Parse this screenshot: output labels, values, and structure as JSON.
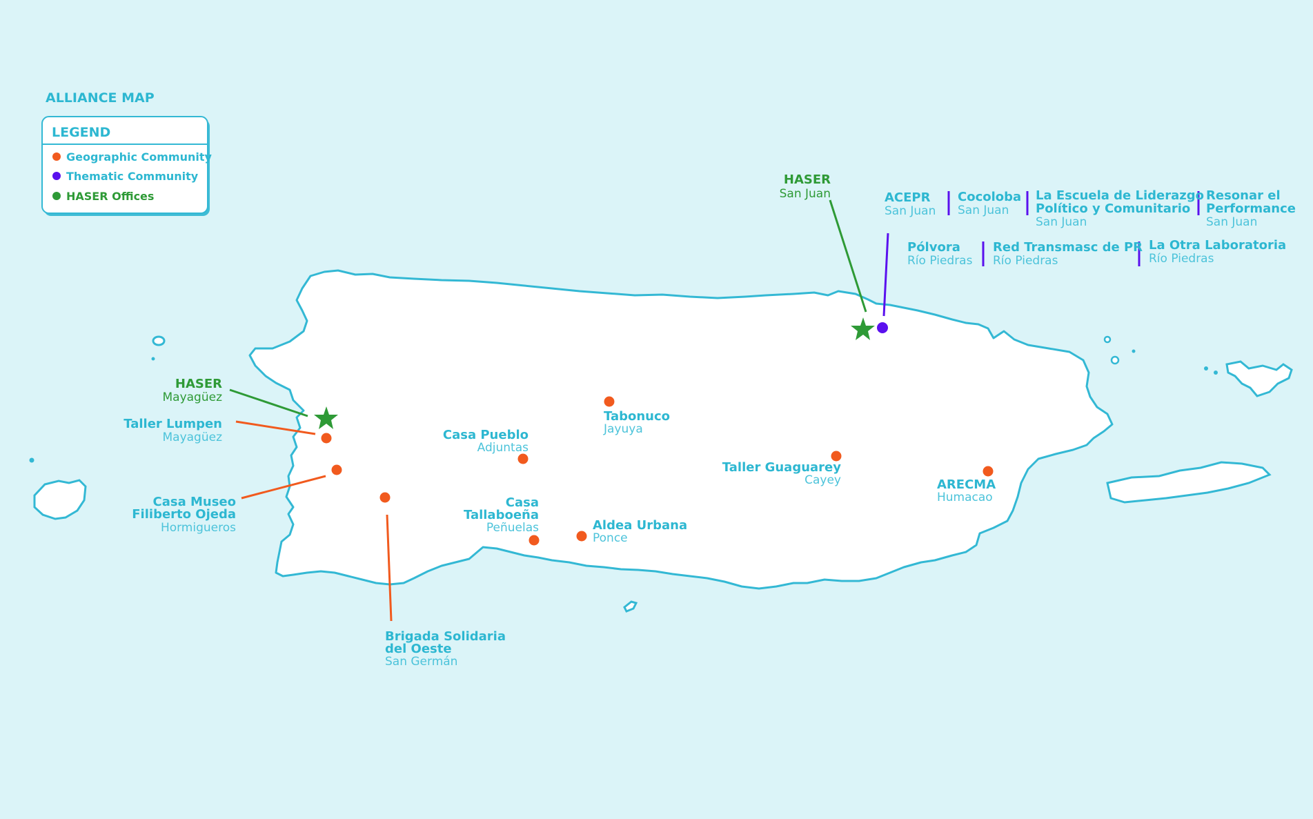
{
  "title": "ALLIANCE MAP",
  "legend": {
    "title": "LEGEND",
    "items": [
      {
        "label": "Geographic Community",
        "color": "#f15a1e"
      },
      {
        "label": "Thematic Community",
        "color": "#5a10ee"
      },
      {
        "label": "HASER Offices",
        "color": "#2e9a36"
      }
    ]
  },
  "colors": {
    "background": "#dbf4f8",
    "coast": "#33b8d4",
    "land": "#ffffff",
    "geographic": "#f15a1e",
    "thematic": "#5a10ee",
    "haser": "#2e9a36",
    "label": "#2db7d1"
  },
  "offices": [
    {
      "name": "HASER",
      "town": "Mayagüez"
    },
    {
      "name": "HASER",
      "town": "San Juan"
    }
  ],
  "geographic": [
    {
      "name": "Taller Lumpen",
      "town": "Mayagüez"
    },
    {
      "name": "Casa Museo Filiberto Ojeda",
      "town": "Hormigueros"
    },
    {
      "name": "Brigada Solidaria del Oeste",
      "town": "San Germán"
    },
    {
      "name": "Casa Pueblo",
      "town": "Adjuntas"
    },
    {
      "name": "Casa Tallaboeña",
      "town": "Peñuelas"
    },
    {
      "name": "Aldea Urbana",
      "town": "Ponce"
    },
    {
      "name": "Tabonuco",
      "town": "Jayuya"
    },
    {
      "name": "Taller Guaguarey",
      "town": "Cayey"
    },
    {
      "name": "ARECMA",
      "town": "Humacao"
    }
  ],
  "thematic": [
    {
      "name": "ACEPR",
      "town": "San Juan"
    },
    {
      "name": "Cocoloba",
      "town": "San Juan"
    },
    {
      "name": "La Escuela de Liderazgo Político y Comunitario",
      "town": "San Juan"
    },
    {
      "name": "Resonar el Performance",
      "town": "San Juan"
    },
    {
      "name": "Pólvora",
      "town": "Río Piedras"
    },
    {
      "name": "Red Transmasc de PR",
      "town": "Río Piedras"
    },
    {
      "name": "La Otra Laboratoria",
      "town": "Río Piedras"
    }
  ]
}
